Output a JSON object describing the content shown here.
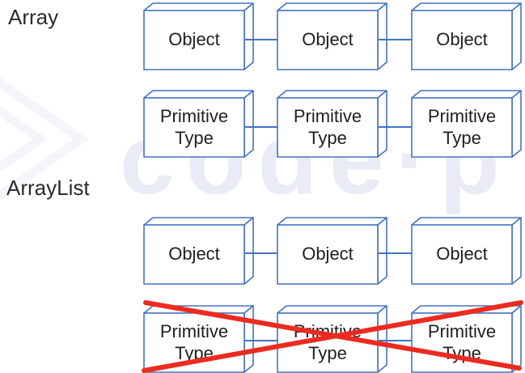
{
  "sections": {
    "array": {
      "label": "Array",
      "object_boxes": [
        "Object",
        "Object",
        "Object"
      ],
      "primitive_boxes": [
        "Primitive Type",
        "Primitive Type",
        "Primitive Type"
      ]
    },
    "arraylist": {
      "label": "ArrayList",
      "object_boxes": [
        "Object",
        "Object",
        "Object"
      ],
      "primitive_boxes": [
        "Primitive Type",
        "Primitive Type",
        "Primitive Type"
      ],
      "primitive_row_crossed_out": true
    }
  },
  "watermark": {
    "text": "code·p"
  },
  "colors": {
    "box_border": "#4472C4",
    "box_fill": "#ffffff",
    "connector": "#4472C4",
    "cross": "#ec2b20",
    "label_text": "#2b2b2b",
    "watermark": "#e9ecf4"
  }
}
